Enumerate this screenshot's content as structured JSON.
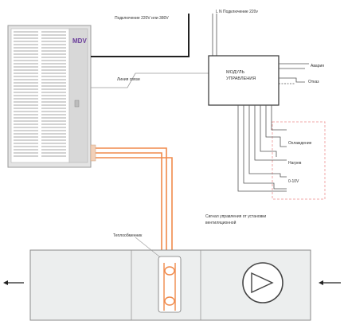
{
  "labels": {
    "power_outdoor": "Подключение 220V или 380V",
    "power_module": "L N Подключение 220v",
    "link_line": "Линия связи",
    "module_title_1": "МОДУЛЬ",
    "module_title_2": "УПРАВЛЕНИЯ",
    "alarm": "Авария",
    "fault": "Отказ",
    "cooling": "Охлаждение",
    "heating": "Нагрев",
    "signal_0_10": "0-10V",
    "control_signal_1": "Сигнал управления от установки",
    "control_signal_2": "вентиляционной",
    "heat_exchanger": "Теплообменник"
  },
  "brand": {
    "text": "MDV",
    "color": "#6a3d9a"
  },
  "colors": {
    "refrigerant_pipe": "#f08a4b",
    "control_box_border": "#f2a7a7",
    "wire": "#555555",
    "power_cable": "#222222"
  },
  "icons": {
    "fan": "fan-icon",
    "airflow_out": "arrow-left-icon",
    "airflow_in": "arrow-left-icon"
  }
}
